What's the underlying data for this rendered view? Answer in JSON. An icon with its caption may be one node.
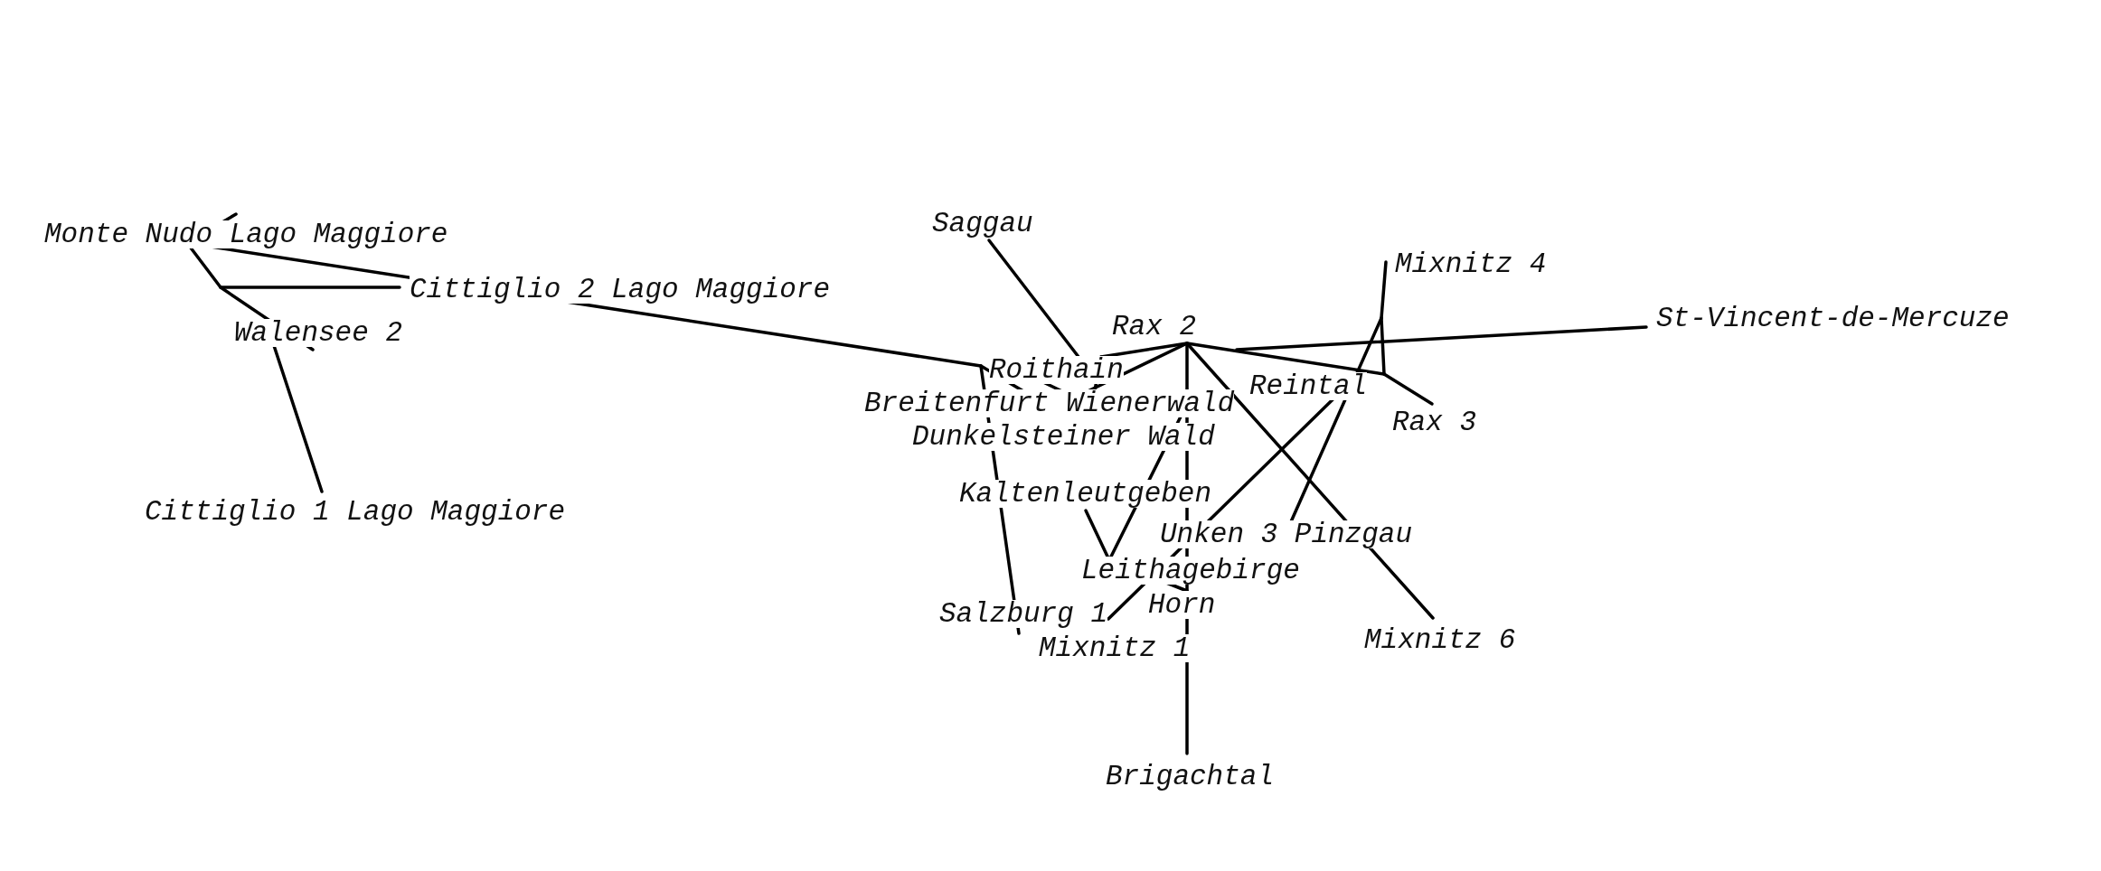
{
  "diagram": {
    "labels": [
      "Monte Nudo Lago Maggiore",
      "Cittiglio 2 Lago Maggiore",
      "Walensee 2",
      "Cittiglio 1 Lago Maggiore",
      "Saggau",
      "Mixnitz 4",
      "St-Vincent-de-Mercuze",
      "Rax 2",
      "Reintal",
      "Roithain",
      "Breitenfurt Wienerwald",
      "Dunkelsteiner Wald",
      "Rax 3",
      "Kaltenleutgeben",
      "Unken 3 Pinzgau",
      "Leithagebirge",
      "Horn",
      "Salzburg 1",
      "Mixnitz 1",
      "Mixnitz 6",
      "Brigachtal"
    ]
  }
}
